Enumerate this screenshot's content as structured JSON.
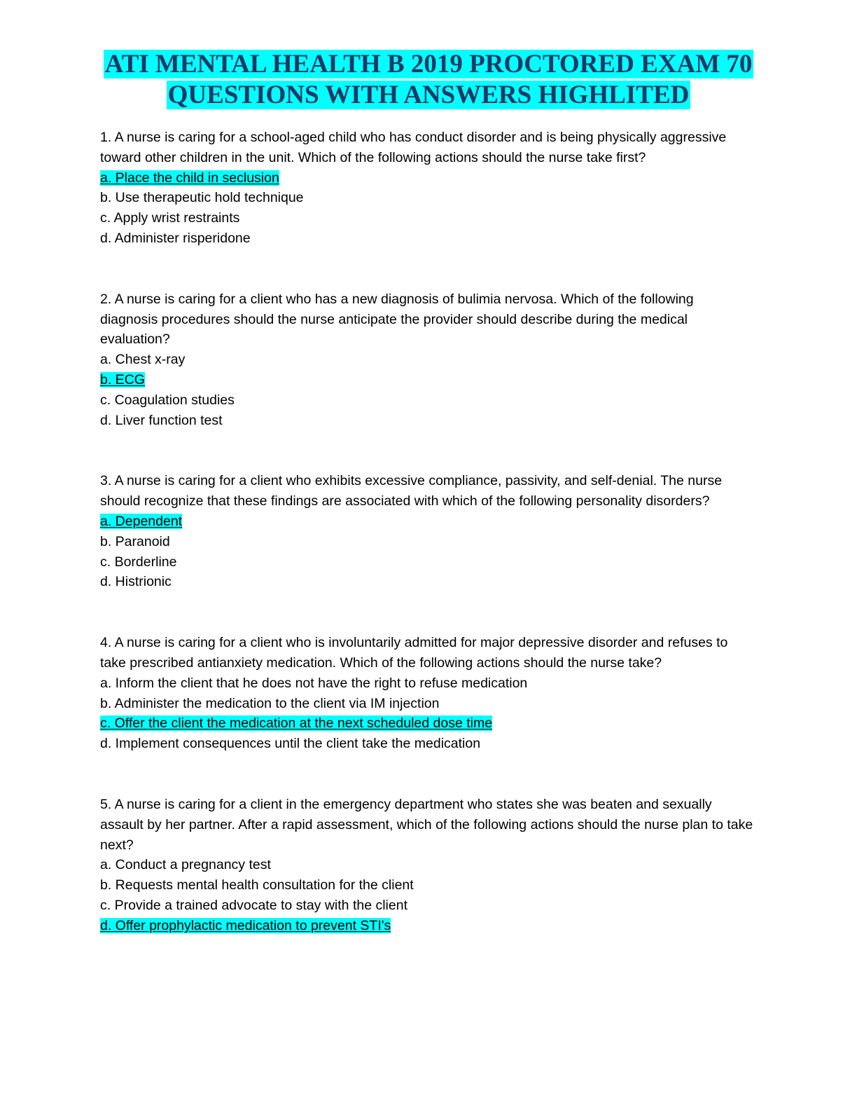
{
  "document": {
    "title_line1": "ATI MENTAL HEALTH B 2019 PROCTORED EXAM 70",
    "title_line2": "QUESTIONS WITH ANSWERS HIGHLITED",
    "highlight_color": "#00ffff",
    "title_color": "#1f3864"
  },
  "questions": [
    {
      "stem": "1. A nurse is caring for a school-aged child who has conduct disorder and is being physically aggressive toward other children in the unit. Which of the following actions should the nurse take first?",
      "options": [
        "a. Place the child in seclusion",
        "b. Use therapeutic hold technique",
        "c. Apply wrist restraints",
        "d. Administer risperidone"
      ],
      "answer_index": 0
    },
    {
      "stem": "2. A nurse is caring for a client who has a new diagnosis of bulimia nervosa. Which of the following diagnosis procedures should the nurse anticipate the provider should describe during the medical evaluation?",
      "options": [
        "a. Chest x-ray",
        "b. ECG",
        "c. Coagulation studies",
        "d. Liver function test"
      ],
      "answer_index": 1
    },
    {
      "stem": "3. A nurse is caring for a client who exhibits excessive compliance, passivity, and self-denial. The nurse should recognize that these findings are associated with which of the following personality disorders?",
      "options": [
        "a. Dependent",
        "b. Paranoid",
        "c. Borderline",
        "d. Histrionic"
      ],
      "answer_index": 0
    },
    {
      "stem": "4. A nurse is caring for a client who is involuntarily admitted for major depressive disorder and refuses to take prescribed antianxiety medication. Which of the following actions should the nurse take?",
      "options": [
        "a. Inform the client that he does not have the right to refuse medication",
        "b. Administer the medication to the client via IM injection",
        "c. Offer the client the medication at the next scheduled dose time",
        "d. Implement consequences until the client take the medication"
      ],
      "answer_index": 2
    },
    {
      "stem": "5. A nurse is caring for a client in the emergency department who states she was beaten and sexually assault by her partner. After a rapid assessment, which of the following actions should the nurse plan to take next?",
      "options": [
        "a. Conduct a pregnancy test",
        "b. Requests mental health consultation for the client",
        "c. Provide a trained advocate to stay with the client",
        "d. Offer prophylactic medication to prevent STI's"
      ],
      "answer_index": 3
    }
  ]
}
